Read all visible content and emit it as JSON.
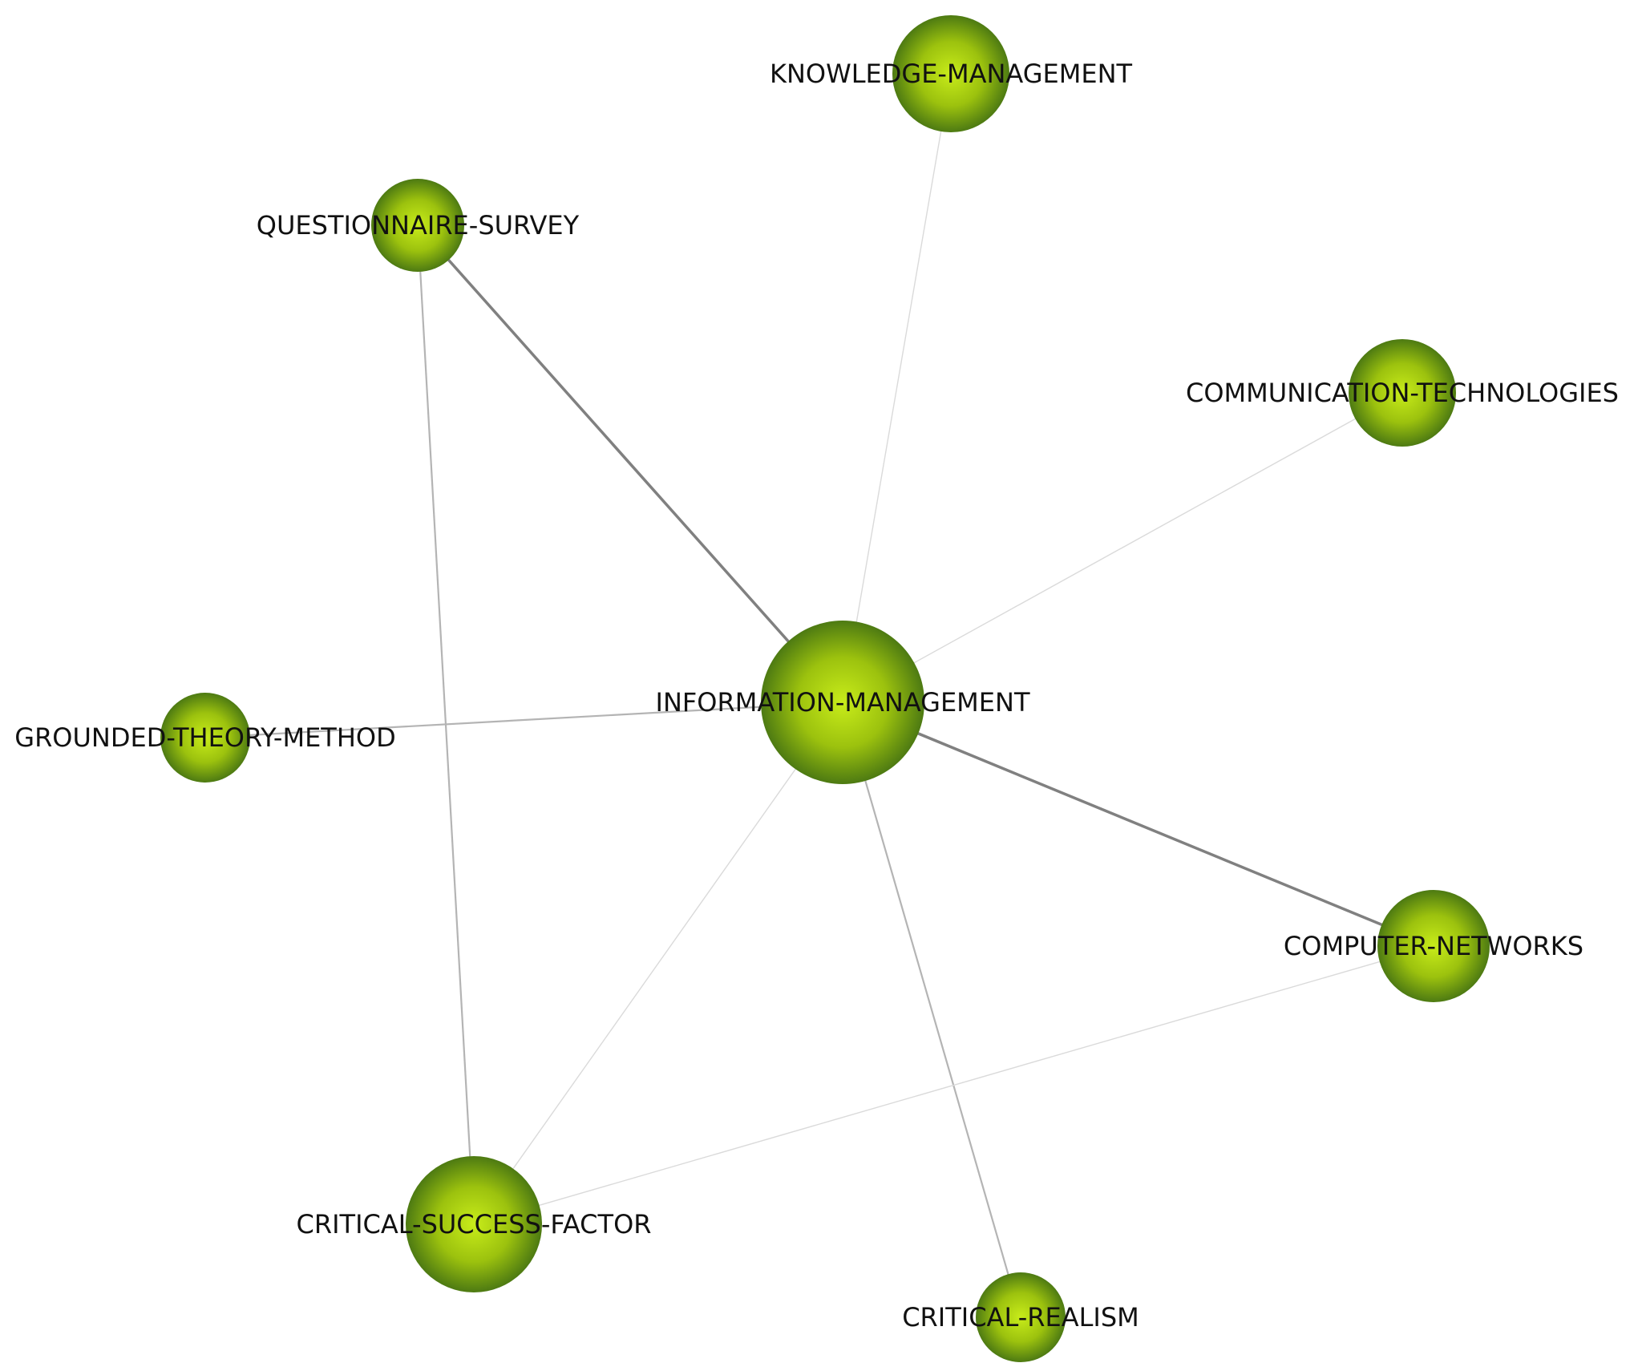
{
  "nodes": [
    {
      "id": "km",
      "label": "KNOWLEDGE-MANAGEMENT",
      "icon": "green-sphere-node"
    },
    {
      "id": "qs",
      "label": "QUESTIONNAIRE-SURVEY",
      "icon": "green-sphere-node"
    },
    {
      "id": "ct",
      "label": "COMMUNICATION-TECHNOLOGIES",
      "icon": "green-sphere-node"
    },
    {
      "id": "im",
      "label": "INFORMATION-MANAGEMENT",
      "icon": "green-sphere-node"
    },
    {
      "id": "gt",
      "label": "GROUNDED-THEORY-METHOD",
      "icon": "green-sphere-node"
    },
    {
      "id": "cn",
      "label": "COMPUTER-NETWORKS",
      "icon": "green-sphere-node"
    },
    {
      "id": "csf",
      "label": "CRITICAL-SUCCESS-FACTOR",
      "icon": "green-sphere-node"
    },
    {
      "id": "cr",
      "label": "CRITICAL-REALISM",
      "icon": "green-sphere-node"
    }
  ],
  "edges": [
    {
      "source": "im",
      "target": "qs",
      "strength": "strong"
    },
    {
      "source": "im",
      "target": "cn",
      "strength": "strong"
    },
    {
      "source": "im",
      "target": "gt",
      "strength": "medium"
    },
    {
      "source": "im",
      "target": "cr",
      "strength": "medium"
    },
    {
      "source": "im",
      "target": "km",
      "strength": "weak"
    },
    {
      "source": "im",
      "target": "ct",
      "strength": "weak"
    },
    {
      "source": "im",
      "target": "csf",
      "strength": "weak"
    },
    {
      "source": "qs",
      "target": "csf",
      "strength": "medium"
    },
    {
      "source": "csf",
      "target": "cn",
      "strength": "weak"
    }
  ],
  "colors": {
    "node_highlight": "#c8ec1a",
    "node_mid": "#9cc20e",
    "node_edge": "#4d7a12",
    "edge_strong": "#808080",
    "edge_medium": "#b4b4b4",
    "edge_weak": "#dadada"
  }
}
